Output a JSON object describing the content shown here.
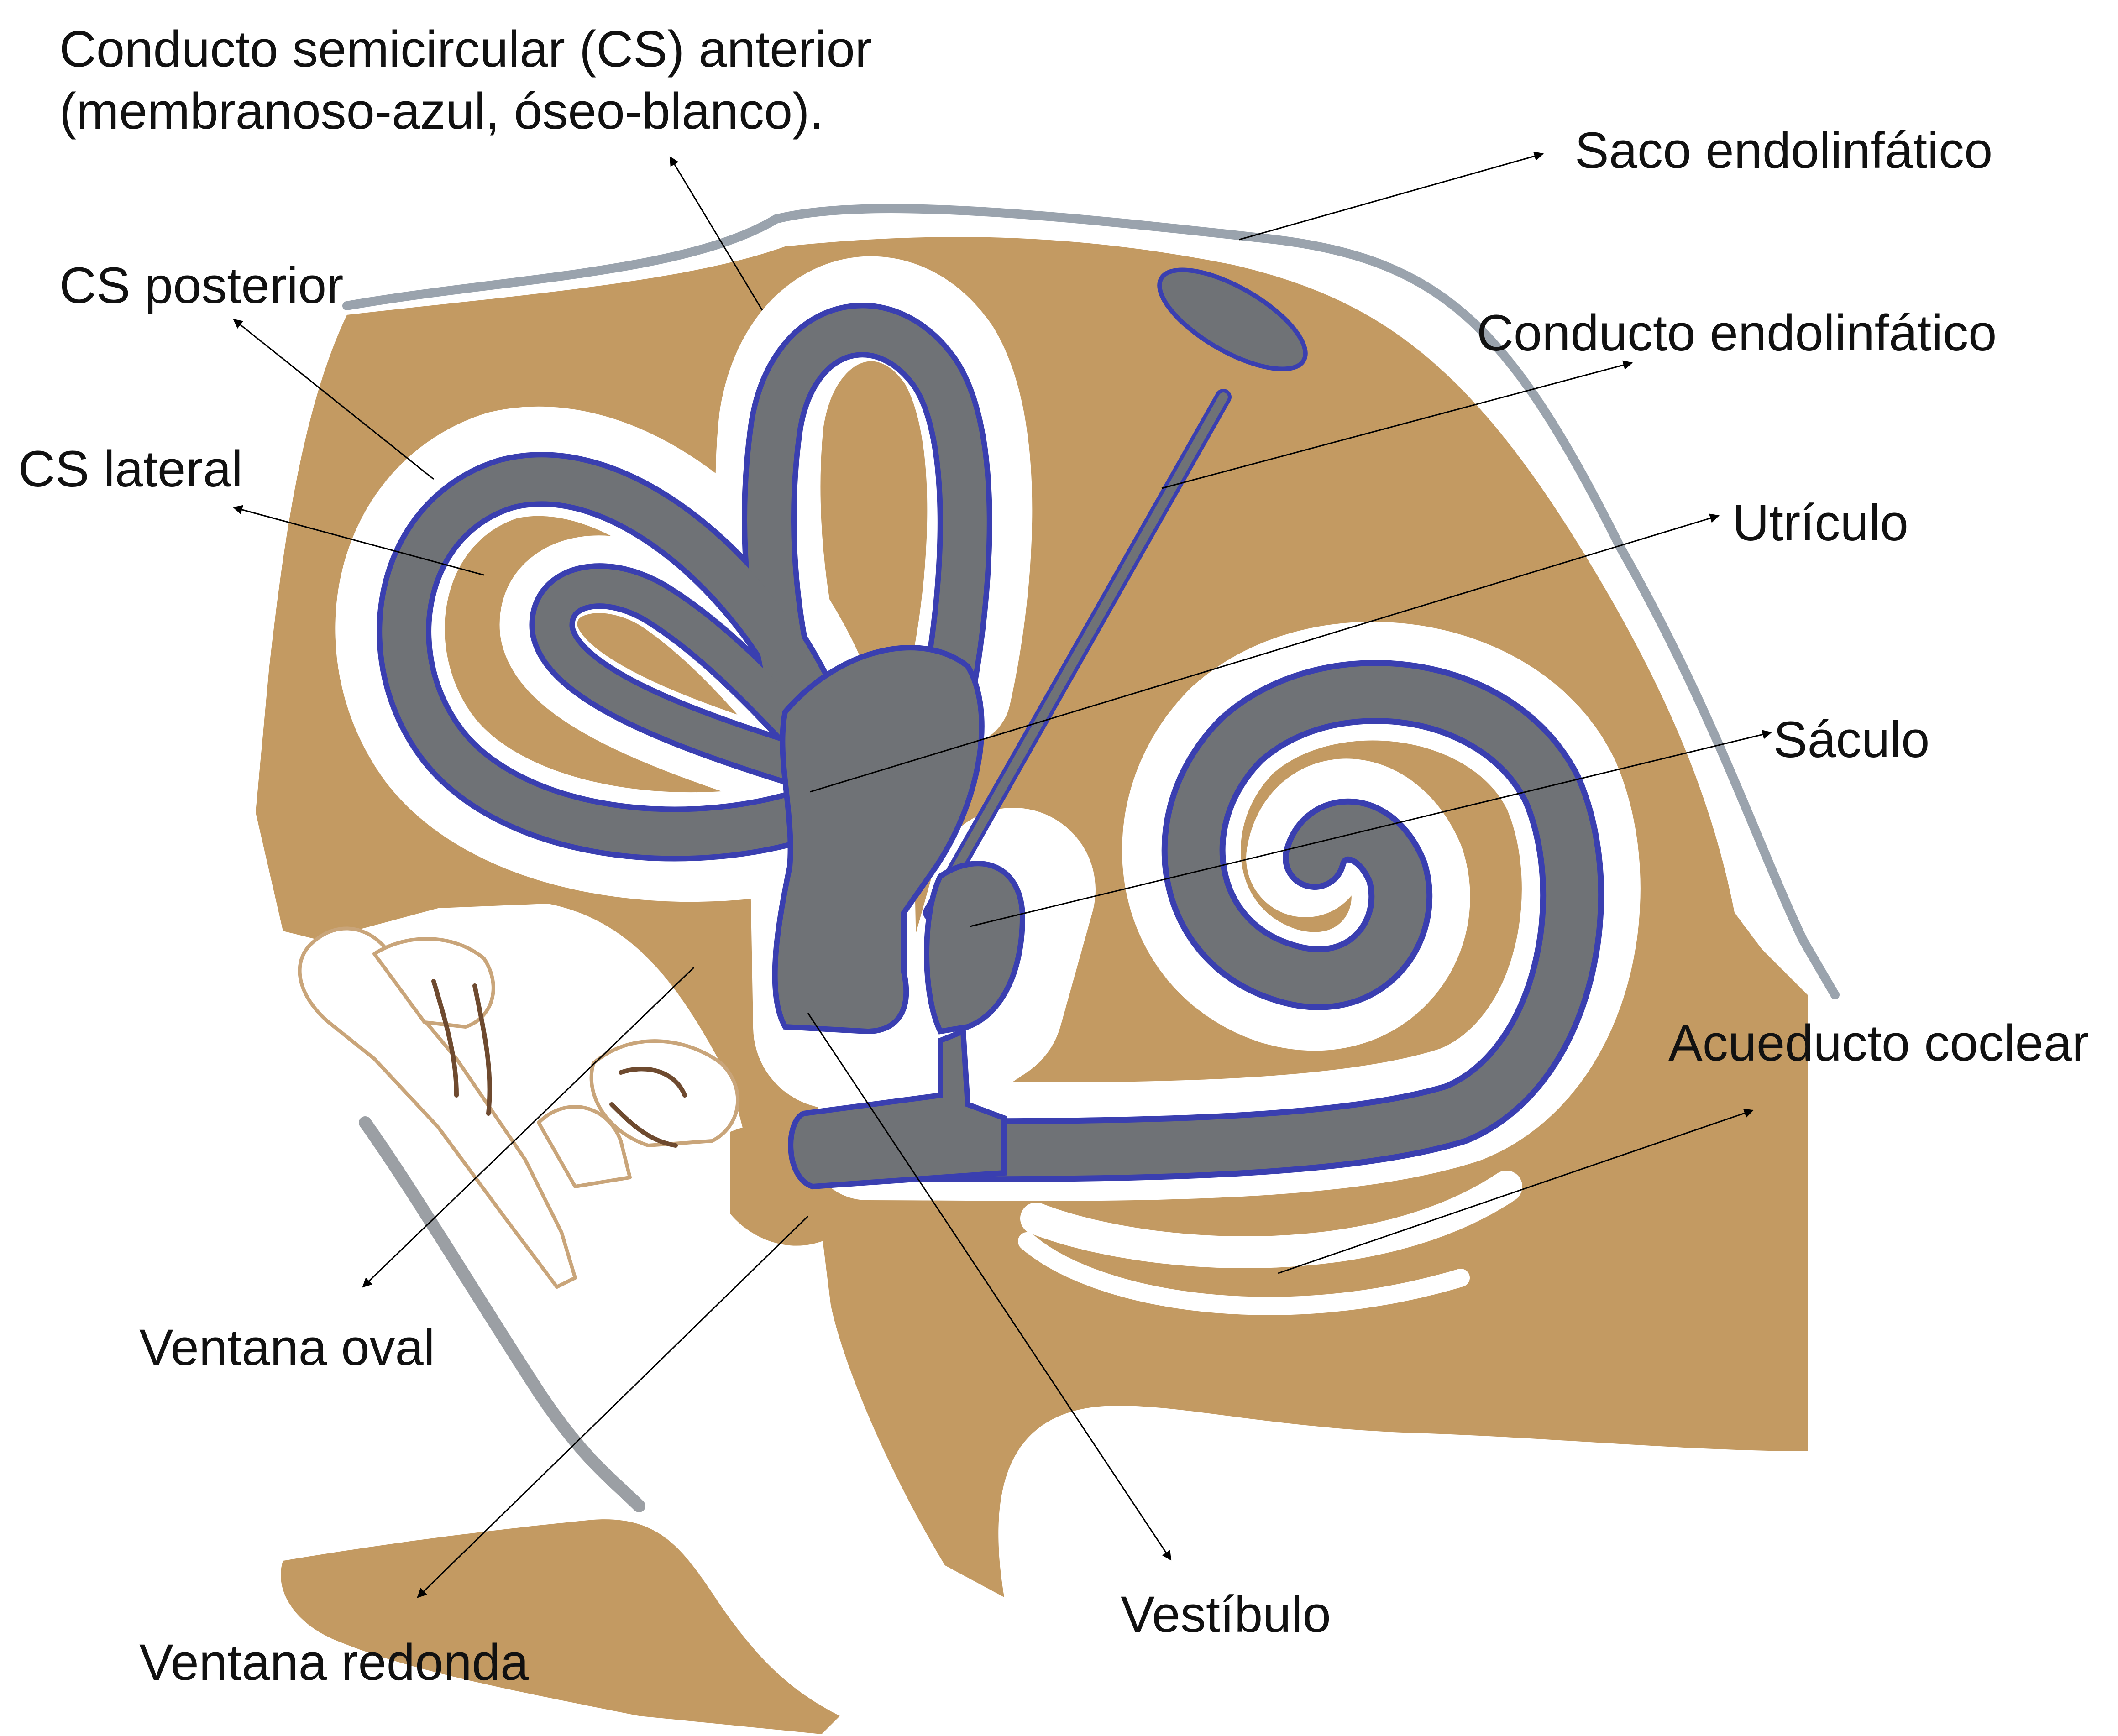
{
  "labels": {
    "anterior_line1": "Conducto semicircular (CS) anterior",
    "anterior_line2": "(membranoso-azul, óseo-blanco).",
    "saco": "Saco endolinfático",
    "cs_posterior": "CS posterior",
    "conducto_endolinfatico": "Conducto endolinfático",
    "cs_lateral": "CS lateral",
    "utriculo": "Utrículo",
    "saculo": "Sáculo",
    "acueducto": "Acueducto coclear",
    "ventana_oval": "Ventana oval",
    "vestibulo": "Vestíbulo",
    "ventana_redonda": "Ventana redonda"
  },
  "colors": {
    "bone": "#c39a62",
    "membrane_fill": "#6f7276",
    "membrane_outline": "#3a3fb0",
    "perilymph": "#ffffff",
    "capsule_line": "#9aa3ad",
    "pointer": "#000000"
  }
}
